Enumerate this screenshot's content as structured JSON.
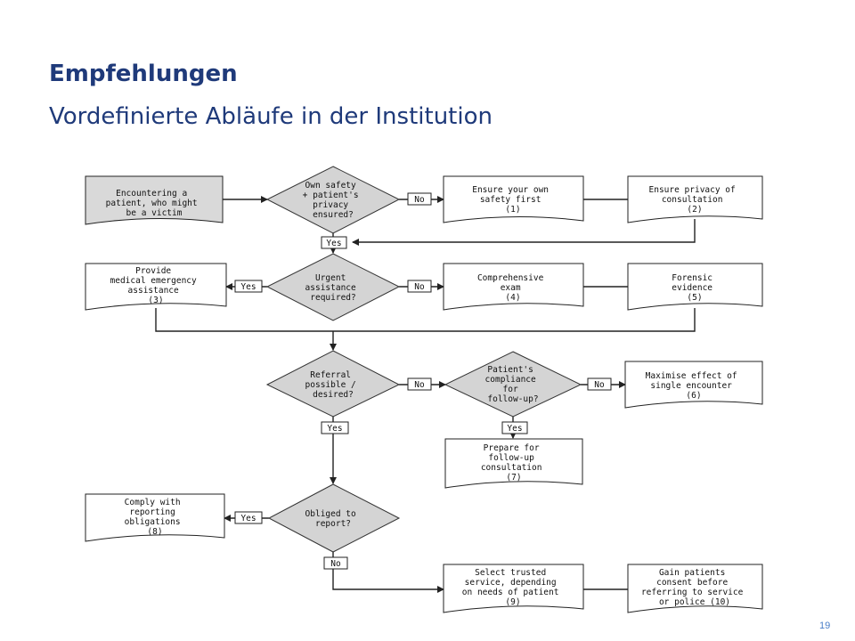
{
  "header": {
    "title": "Empfehlungen",
    "subtitle": "Vordefinierte Abläufe in der Institution"
  },
  "page_number": "19",
  "flowchart": {
    "start": [
      "Encountering a",
      "patient, who might",
      "be a victim"
    ],
    "decisions": {
      "safety": [
        "Own safety",
        "+ patient's",
        "privacy",
        "ensured?"
      ],
      "urgent": [
        "Urgent",
        "assistance",
        "required?"
      ],
      "referral": [
        "Referral",
        "possible /",
        "desired?"
      ],
      "compliance": [
        "Patient's",
        "compliance",
        "for",
        "follow-up?"
      ],
      "obliged": [
        "Obliged to",
        "report?"
      ]
    },
    "actions": {
      "a1": [
        "Ensure your own",
        "safety first",
        "(1)"
      ],
      "a2": [
        "Ensure privacy of",
        "consultation",
        "(2)"
      ],
      "a3": [
        "Provide",
        "medical emergency",
        "assistance",
        "(3)"
      ],
      "a4": [
        "Comprehensive",
        "exam",
        "(4)"
      ],
      "a5": [
        "Forensic",
        "evidence",
        "(5)"
      ],
      "a6": [
        "Maximise effect of",
        "single encounter",
        "(6)"
      ],
      "a7": [
        "Prepare for",
        "follow-up",
        "consultation",
        "(7)"
      ],
      "a8": [
        "Comply with",
        "reporting",
        "obligations",
        "(8)"
      ],
      "a9": [
        "Select trusted",
        "service, depending",
        "on needs of patient",
        "(9)"
      ],
      "a10": [
        "Gain patients",
        "consent before",
        "referring to service",
        "or police (10)"
      ]
    },
    "labels": {
      "yes": "Yes",
      "no": "No"
    }
  }
}
